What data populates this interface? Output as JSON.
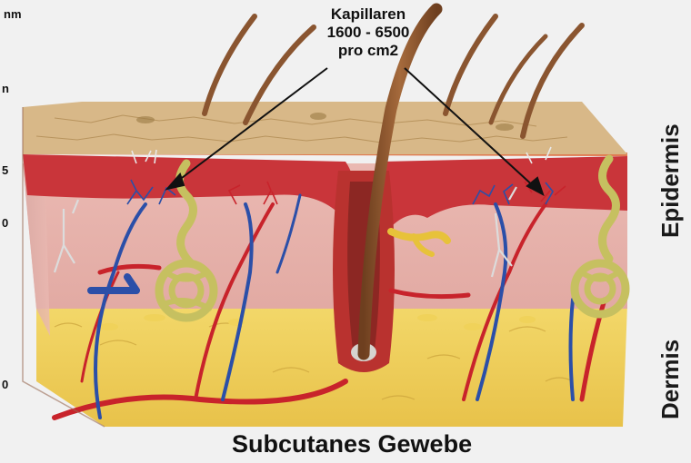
{
  "diagram": {
    "callout": {
      "line1": "Kapillaren",
      "line2": "1600 - 6500",
      "line3": "pro cm2"
    },
    "layers": {
      "epidermis": "Epidermis",
      "dermis": "Dermis",
      "subcutis": "Subcutanes Gewebe"
    },
    "scale": {
      "unit": "nm",
      "ticks": [
        "n",
        "5",
        "0",
        "0"
      ]
    },
    "colors": {
      "background": "#f1f1f1",
      "surface": "#d8b888",
      "epidermis_red": "#c9353a",
      "dermis_pink": "#e6b3ad",
      "fat_yellow": "#f0d25a",
      "artery": "#c8232b",
      "vein": "#2b4fa8",
      "sweat_gland": "#c6c060",
      "hair": "#8a5530"
    }
  }
}
